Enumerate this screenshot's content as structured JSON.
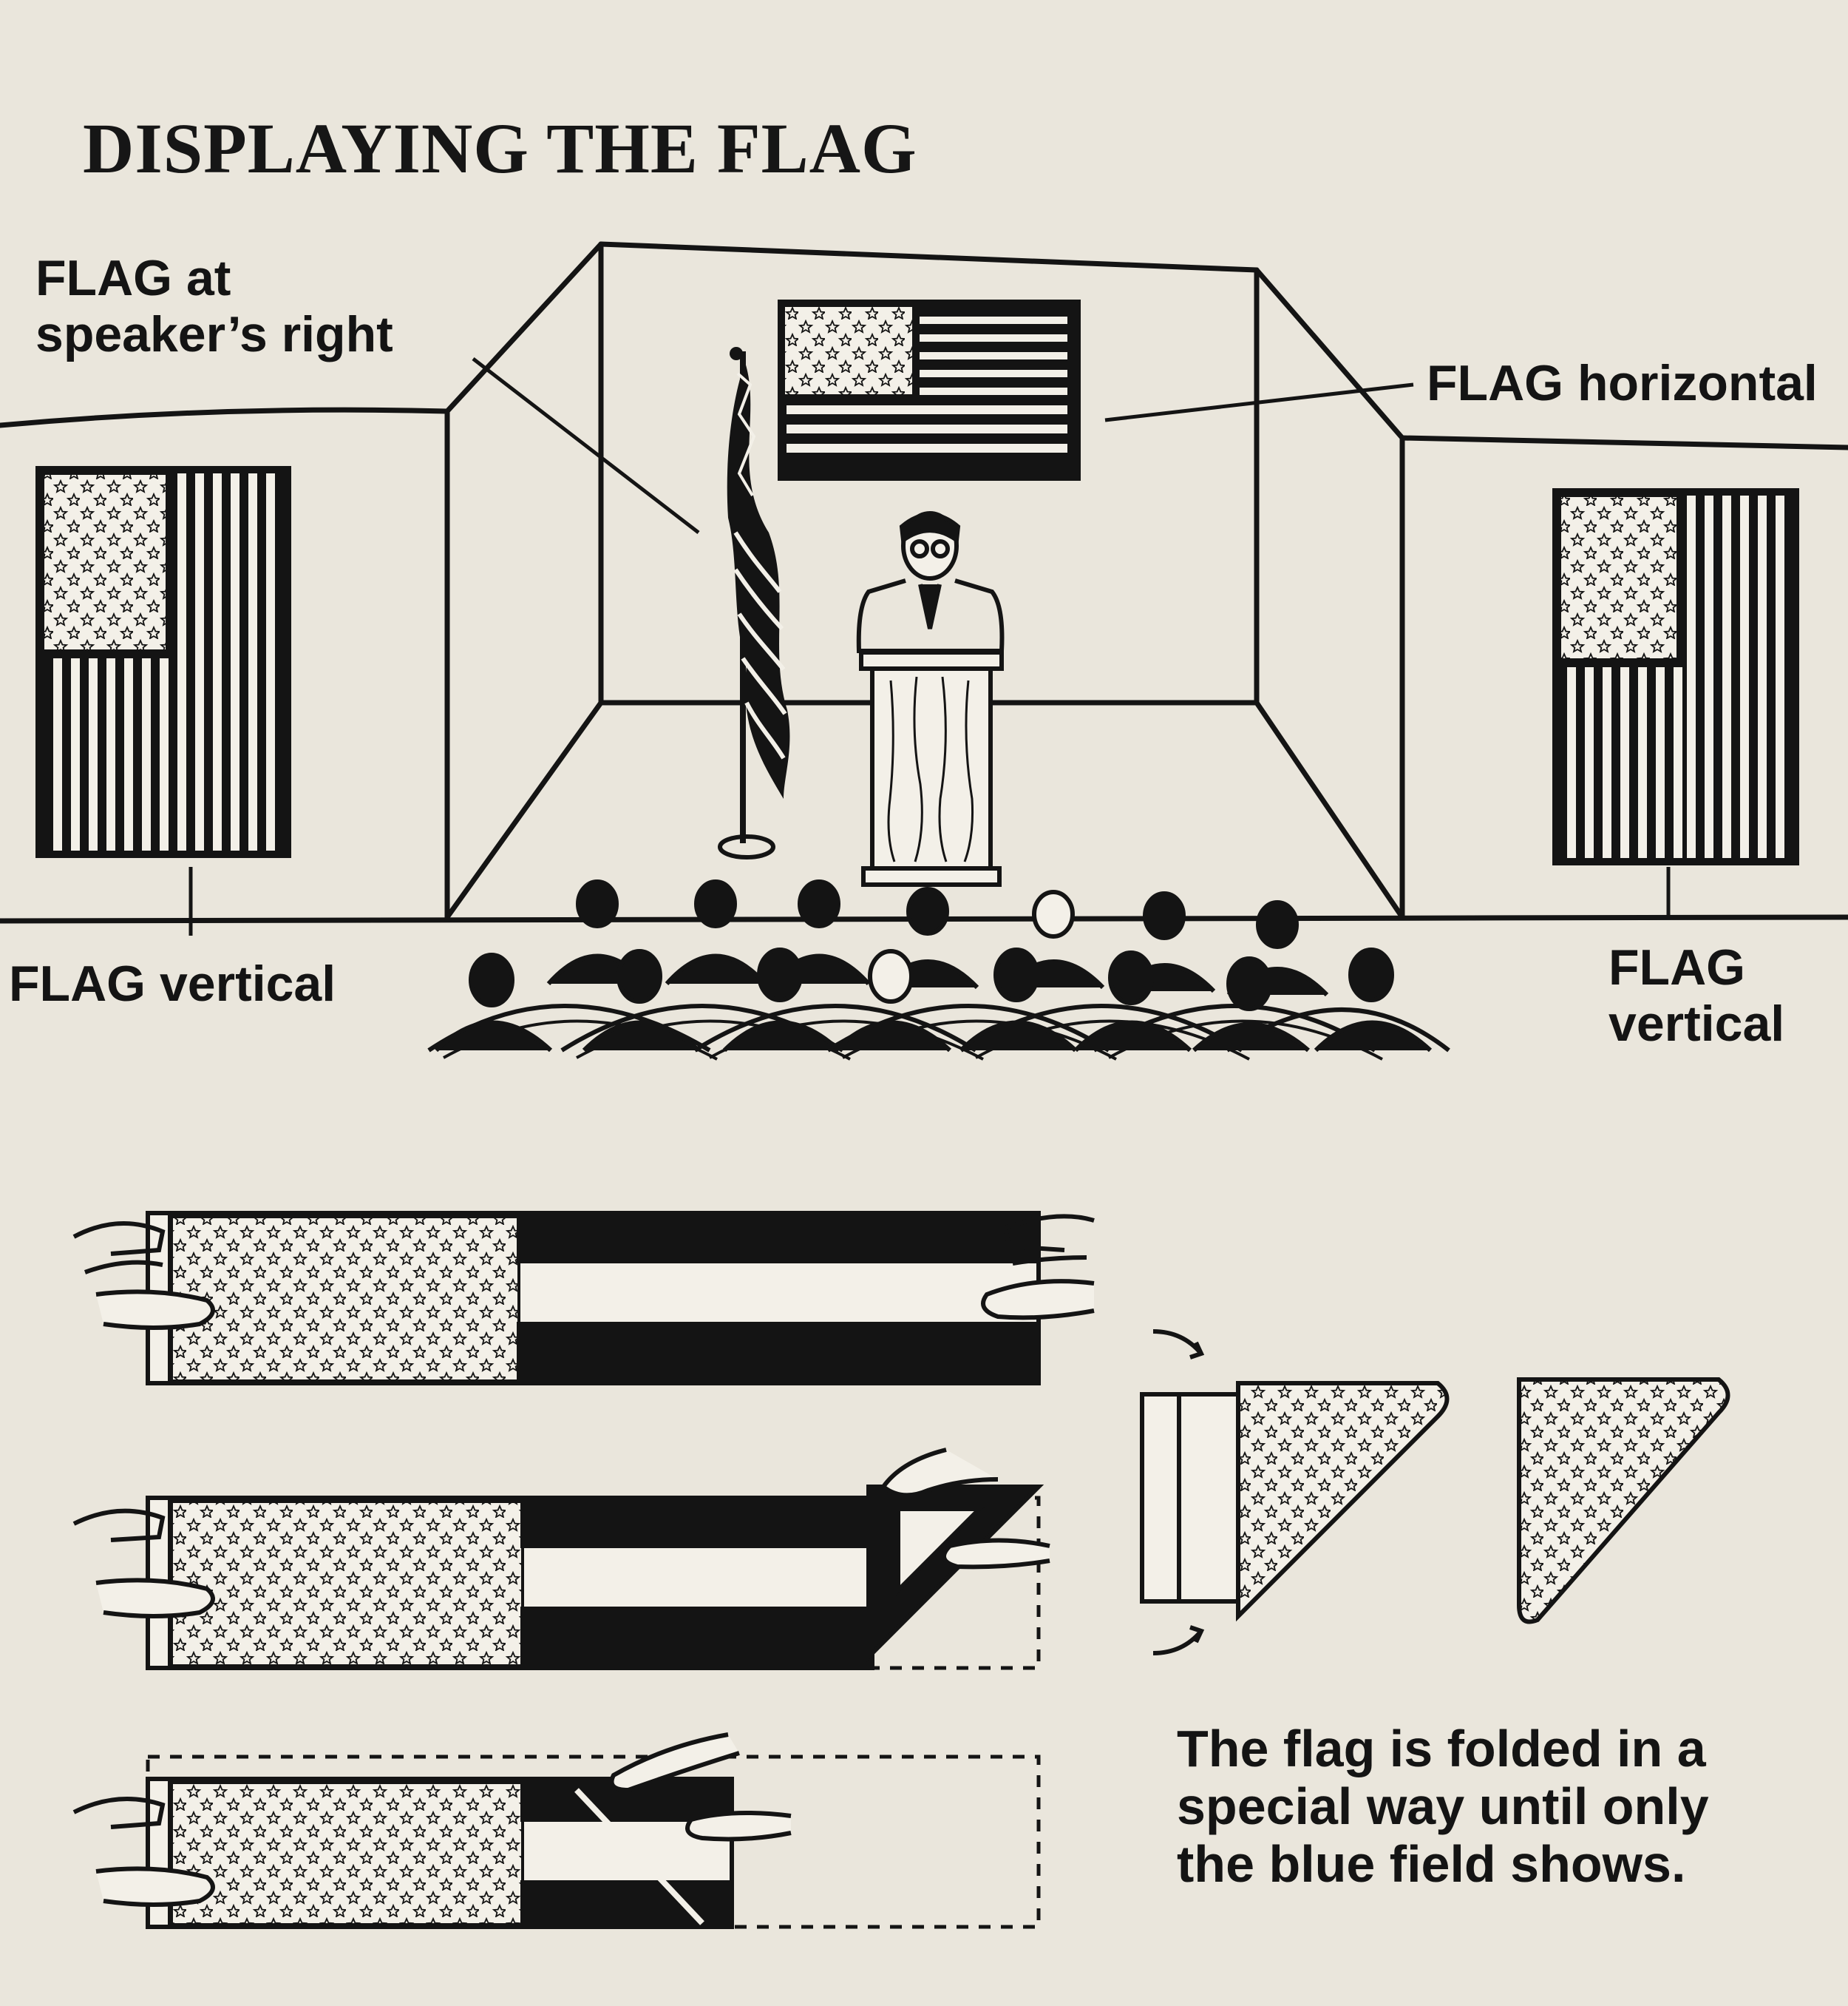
{
  "title": "DISPLAYING THE FLAG",
  "labels": {
    "speaker_right": [
      "FLAG at",
      "speaker’s right"
    ],
    "horizontal": "FLAG horizontal",
    "vertical_left": "FLAG vertical",
    "vertical_right": [
      "FLAG",
      "vertical"
    ]
  },
  "caption": [
    "The flag is folded in a",
    "special way until only",
    "the blue field shows."
  ],
  "colors": {
    "ink": "#141414",
    "paper": "#eae6dc"
  },
  "icons": [
    "star-icon",
    "hand-icon",
    "curved-arrow-icon"
  ]
}
